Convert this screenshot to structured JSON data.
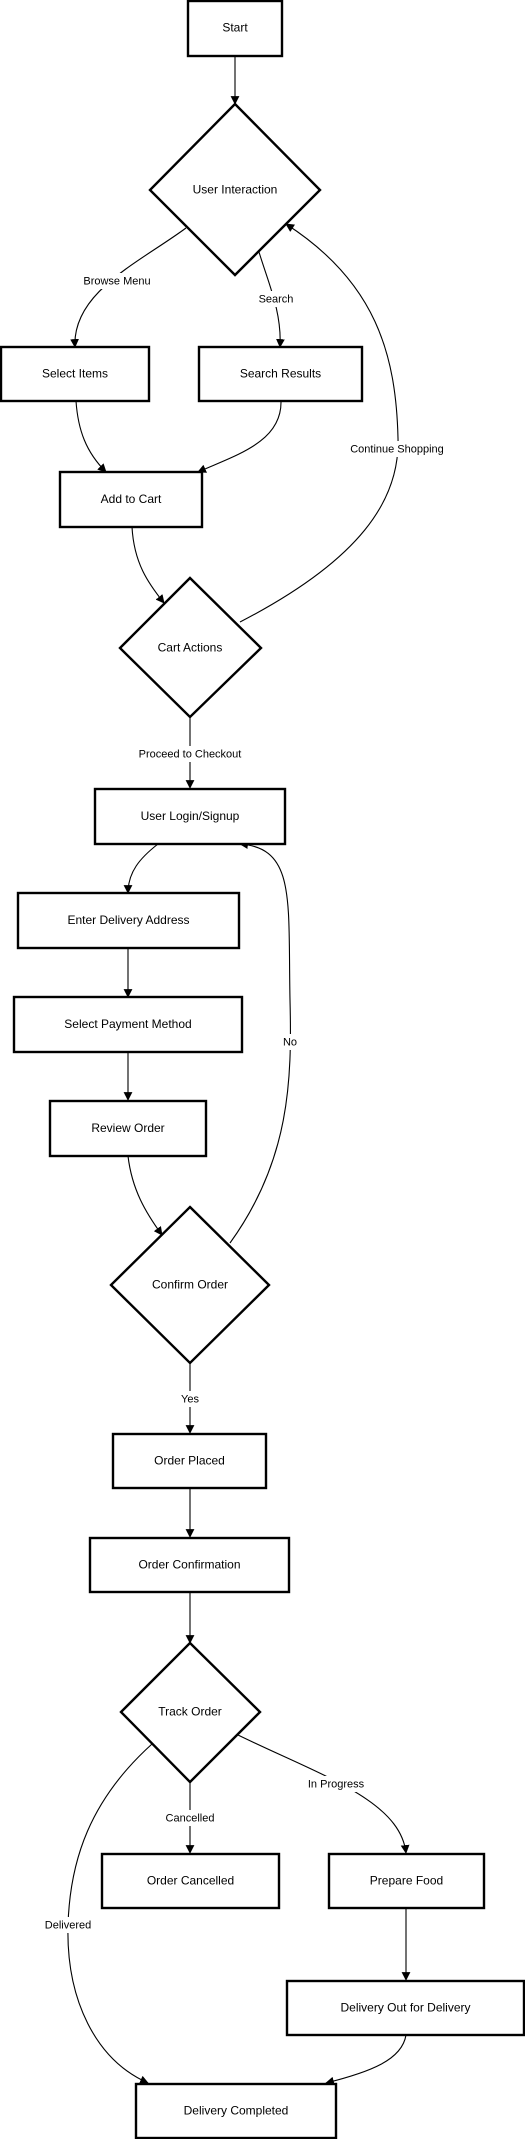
{
  "flowchart": {
    "nodes": {
      "start": "Start",
      "user_interaction": "User Interaction",
      "select_items": "Select Items",
      "search_results": "Search Results",
      "add_to_cart": "Add to Cart",
      "cart_actions": "Cart Actions",
      "user_login": "User Login/Signup",
      "enter_address": "Enter Delivery Address",
      "select_payment": "Select Payment Method",
      "review_order": "Review Order",
      "confirm_order": "Confirm Order",
      "order_placed": "Order Placed",
      "order_confirmation": "Order Confirmation",
      "track_order": "Track Order",
      "order_cancelled": "Order Cancelled",
      "prepare_food": "Prepare Food",
      "delivery_out": "Delivery Out for Delivery",
      "delivery_completed": "Delivery Completed"
    },
    "edge_labels": {
      "browse_menu": "Browse Menu",
      "search": "Search",
      "continue_shopping": "Continue Shopping",
      "proceed_to_checkout": "Proceed to Checkout",
      "no": "No",
      "yes": "Yes",
      "in_progress": "In Progress",
      "cancelled": "Cancelled",
      "delivered": "Delivered"
    }
  }
}
